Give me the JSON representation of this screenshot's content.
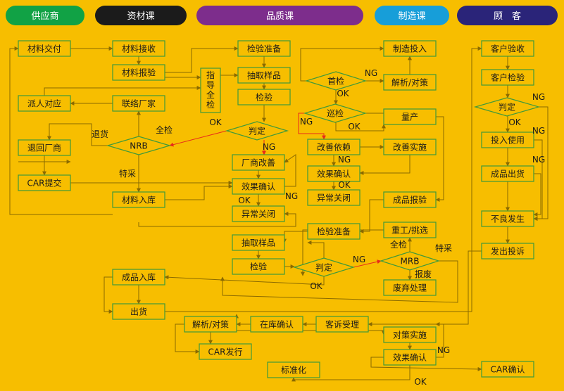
{
  "colors": {
    "background": "#f7be00",
    "flow_line": "#8a6a00",
    "ng_line": "#e82a1a",
    "box_border": "#3f9a3a",
    "box_text": "#1a1a1a"
  },
  "lanes": [
    {
      "id": "supplier",
      "label": "供应商",
      "color": "#11a245"
    },
    {
      "id": "materials",
      "label": "资材课",
      "color": "#1b1b1b"
    },
    {
      "id": "quality",
      "label": "品质课",
      "color": "#7d2d8c"
    },
    {
      "id": "manufacturing",
      "label": "制造课",
      "color": "#179ed9"
    },
    {
      "id": "customer",
      "label": "顾　客",
      "color": "#2a2479"
    }
  ],
  "nodes": [
    {
      "id": "supply",
      "label": "材料交付"
    },
    {
      "id": "dispatch",
      "label": "派人对应"
    },
    {
      "id": "return_vendor",
      "label": "退回厂商"
    },
    {
      "id": "car_submit",
      "label": "CAR提交"
    },
    {
      "id": "receive",
      "label": "材料接收"
    },
    {
      "id": "report",
      "label": "材料报验"
    },
    {
      "id": "contact",
      "label": "联络厂家"
    },
    {
      "id": "nrb",
      "label": "NRB"
    },
    {
      "id": "stock_in",
      "label": "材料入库"
    },
    {
      "id": "guide",
      "label": "指导全检"
    },
    {
      "id": "iqc_prep",
      "label": "检验准备"
    },
    {
      "id": "iqc_sample",
      "label": "抽取样品"
    },
    {
      "id": "iqc_inspect",
      "label": "检验"
    },
    {
      "id": "iqc_judge",
      "label": "判定"
    },
    {
      "id": "vendor_improve",
      "label": "厂商改善"
    },
    {
      "id": "effect1",
      "label": "效果确认"
    },
    {
      "id": "close1",
      "label": "异常关闭"
    },
    {
      "id": "first_check",
      "label": "首检"
    },
    {
      "id": "patrol",
      "label": "巡检"
    },
    {
      "id": "improve_req",
      "label": "改善依赖"
    },
    {
      "id": "effect2",
      "label": "效果确认"
    },
    {
      "id": "close2",
      "label": "异常关闭"
    },
    {
      "id": "fqc_prep",
      "label": "检验准备"
    },
    {
      "id": "fqc_sample",
      "label": "抽取样品"
    },
    {
      "id": "fqc_inspect",
      "label": "检验"
    },
    {
      "id": "fqc_judge",
      "label": "判定"
    },
    {
      "id": "fg_stock",
      "label": "成品入库"
    },
    {
      "id": "ship",
      "label": "出货"
    },
    {
      "id": "analysis2",
      "label": "解析/对策"
    },
    {
      "id": "stock_confirm",
      "label": "在库确认"
    },
    {
      "id": "complaint",
      "label": "客诉受理"
    },
    {
      "id": "car_issue",
      "label": "CAR发行"
    },
    {
      "id": "standard",
      "label": "标准化"
    },
    {
      "id": "mfg_input",
      "label": "制造投入"
    },
    {
      "id": "analysis1",
      "label": "解析/对策"
    },
    {
      "id": "mass",
      "label": "量产"
    },
    {
      "id": "improve_exec",
      "label": "改善实施"
    },
    {
      "id": "fg_report",
      "label": "成品报验"
    },
    {
      "id": "rework",
      "label": "重工/挑选"
    },
    {
      "id": "mrb",
      "label": "MRB"
    },
    {
      "id": "scrap",
      "label": "废弃处理"
    },
    {
      "id": "measure",
      "label": "对策实施"
    },
    {
      "id": "effect3",
      "label": "效果确认"
    },
    {
      "id": "cust_accept",
      "label": "客户验收"
    },
    {
      "id": "cust_inspect",
      "label": "客户检验"
    },
    {
      "id": "cust_judge",
      "label": "判定"
    },
    {
      "id": "put_use",
      "label": "投入使用"
    },
    {
      "id": "fg_ship",
      "label": "成品出货"
    },
    {
      "id": "defect",
      "label": "不良发生"
    },
    {
      "id": "complaint_send",
      "label": "发出投诉"
    },
    {
      "id": "car_confirm",
      "label": "CAR确认"
    }
  ],
  "edge_labels": [
    {
      "id": "nrb_return",
      "text": "退货"
    },
    {
      "id": "nrb_full",
      "text": "全检"
    },
    {
      "id": "nrb_special",
      "text": "特采"
    },
    {
      "id": "iqc_ok",
      "text": "OK"
    },
    {
      "id": "iqc_ng",
      "text": "NG"
    },
    {
      "id": "effect1_ok",
      "text": "OK"
    },
    {
      "id": "effect1_ng",
      "text": "NG"
    },
    {
      "id": "first_ng",
      "text": "NG"
    },
    {
      "id": "first_ok",
      "text": "OK"
    },
    {
      "id": "patrol_ng",
      "text": "NG"
    },
    {
      "id": "patrol_ok",
      "text": "OK"
    },
    {
      "id": "effect2_ng",
      "text": "NG"
    },
    {
      "id": "effect2_ok",
      "text": "OK"
    },
    {
      "id": "mrb_full",
      "text": "全检"
    },
    {
      "id": "mrb_special",
      "text": "特采"
    },
    {
      "id": "mrb_scrap",
      "text": "报废"
    },
    {
      "id": "fqc_ng",
      "text": "NG"
    },
    {
      "id": "fqc_ok",
      "text": "OK"
    },
    {
      "id": "cust_ng",
      "text": "NG"
    },
    {
      "id": "cust_ok",
      "text": "OK"
    },
    {
      "id": "use_ng",
      "text": "NG"
    },
    {
      "id": "ship_ng",
      "text": "NG"
    },
    {
      "id": "effect3_ng",
      "text": "NG"
    },
    {
      "id": "effect3_ok",
      "text": "OK"
    }
  ]
}
